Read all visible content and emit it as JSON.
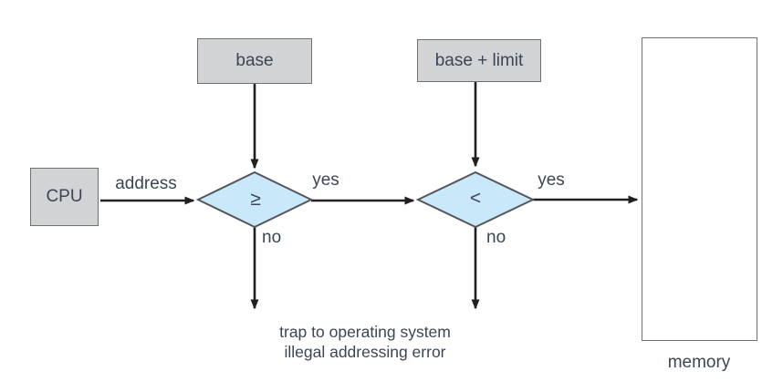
{
  "colors": {
    "box_fill": "#d2d3d5",
    "box_border": "#6e7073",
    "diamond_fill": "#c9e9fa",
    "diamond_border": "#55565a",
    "arrow": "#231f20",
    "text": "#3c4653",
    "memory_fill": "#ffffff",
    "memory_border": "#717477"
  },
  "nodes": {
    "cpu": "CPU",
    "base": "base",
    "base_plus_limit": "base + limit",
    "memory": "memory",
    "check_lower_symbol": "≥",
    "check_upper_symbol": "<"
  },
  "labels": {
    "address": "address",
    "yes_lower": "yes",
    "yes_upper": "yes",
    "no_lower": "no",
    "no_upper": "no"
  },
  "trap": {
    "line1": "trap to operating system",
    "line2": "illegal addressing error"
  }
}
